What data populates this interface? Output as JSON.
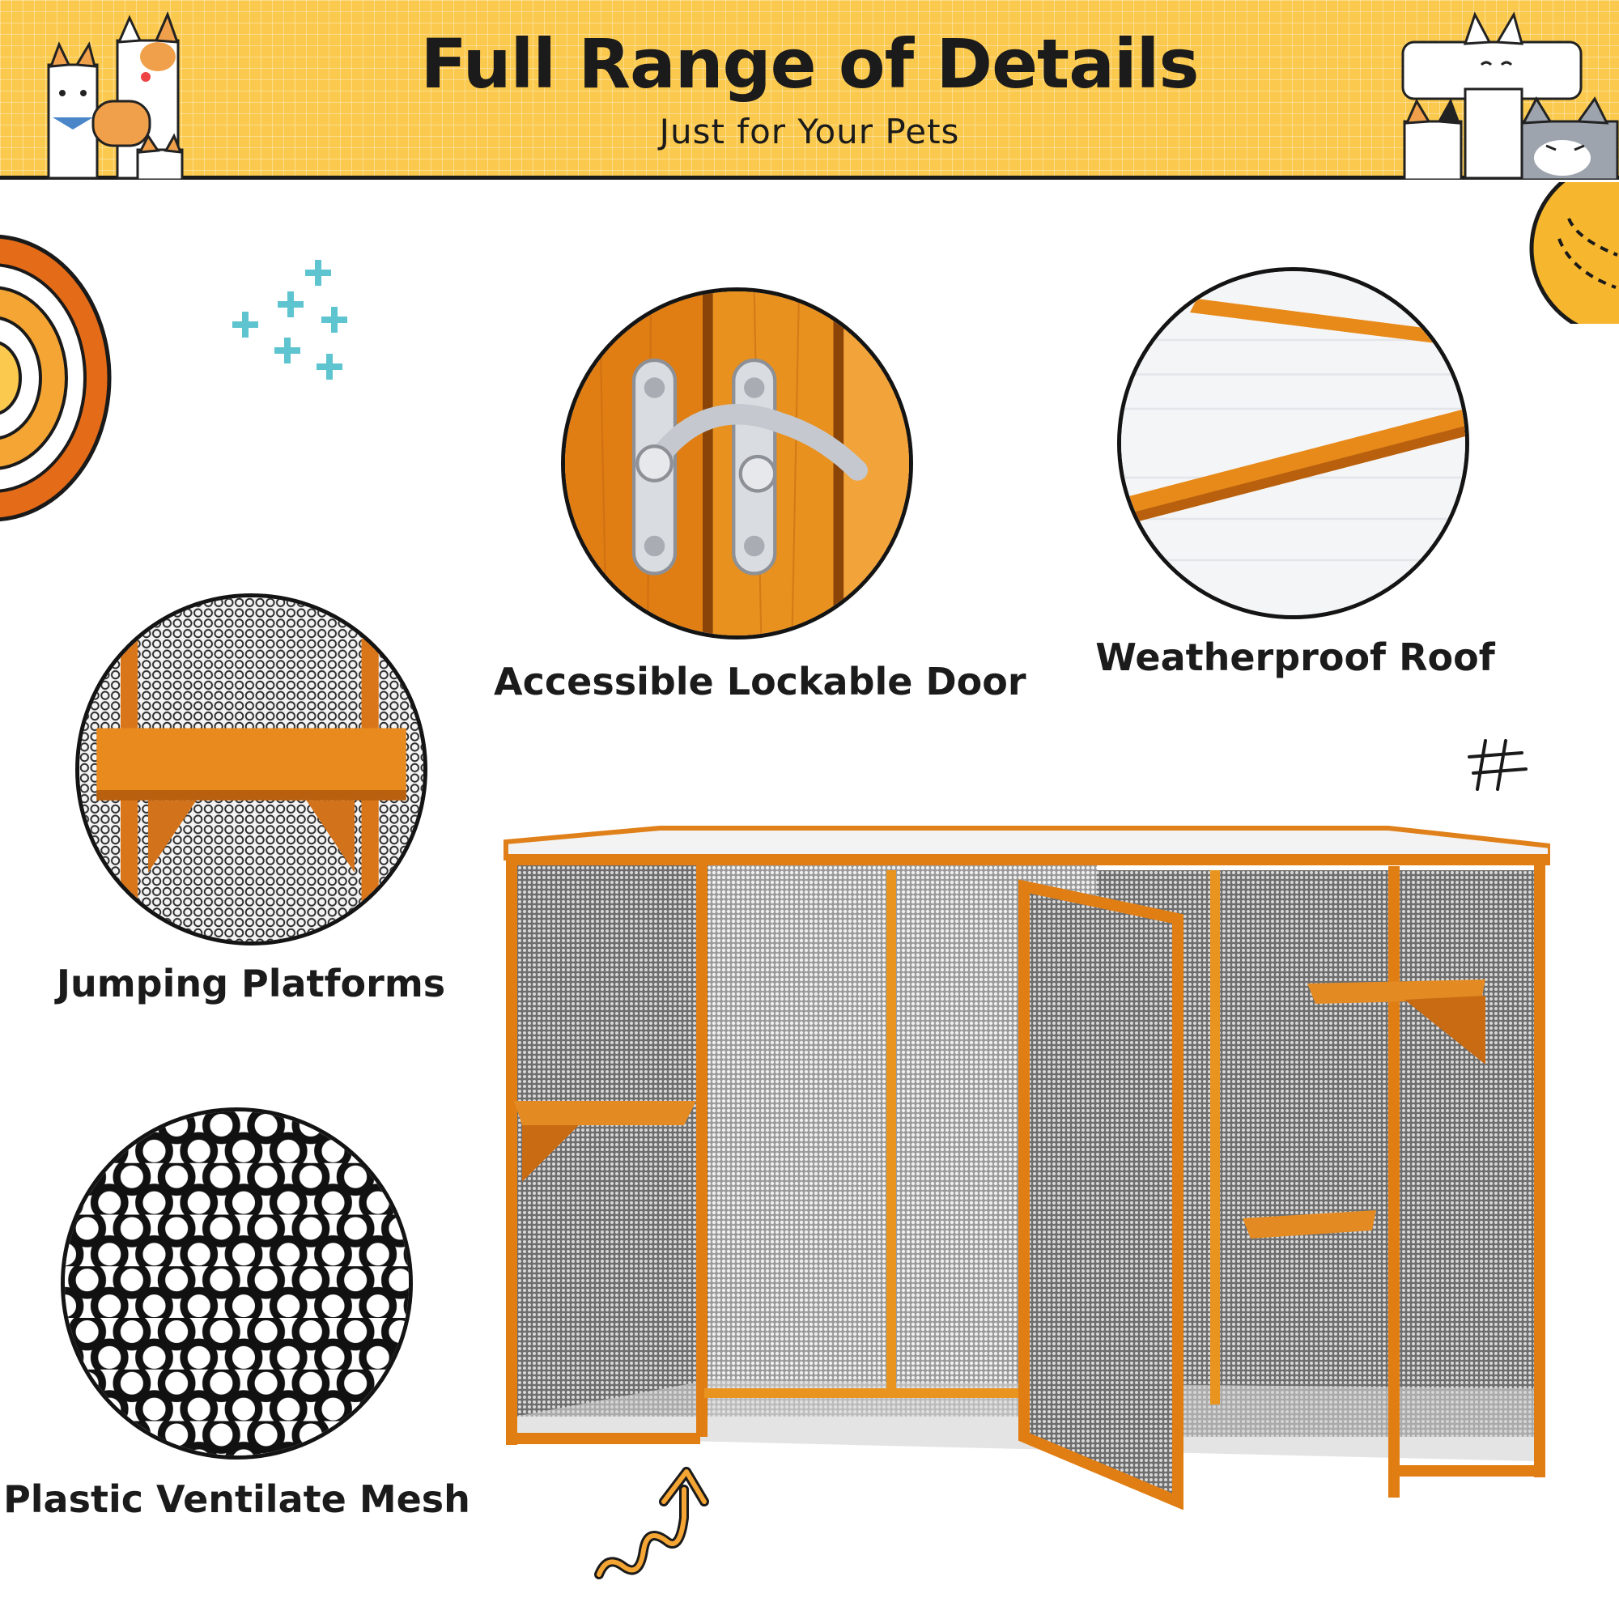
{
  "banner": {
    "title": "Full Range of Details",
    "subtitle": "Just for Your Pets"
  },
  "features": [
    {
      "label": "Accessible Lockable Door",
      "icon": "latch-closeup"
    },
    {
      "label": "Weatherproof Roof",
      "icon": "roof-closeup"
    },
    {
      "label": "Jumping Platforms",
      "icon": "platform-closeup"
    },
    {
      "label": "Plastic Ventilate Mesh",
      "icon": "mesh-closeup"
    }
  ],
  "colors": {
    "banner_yellow": "#FBC94E",
    "wood_orange": "#E37F13",
    "accent_teal": "#5EC4CF",
    "outline_black": "#141414"
  }
}
